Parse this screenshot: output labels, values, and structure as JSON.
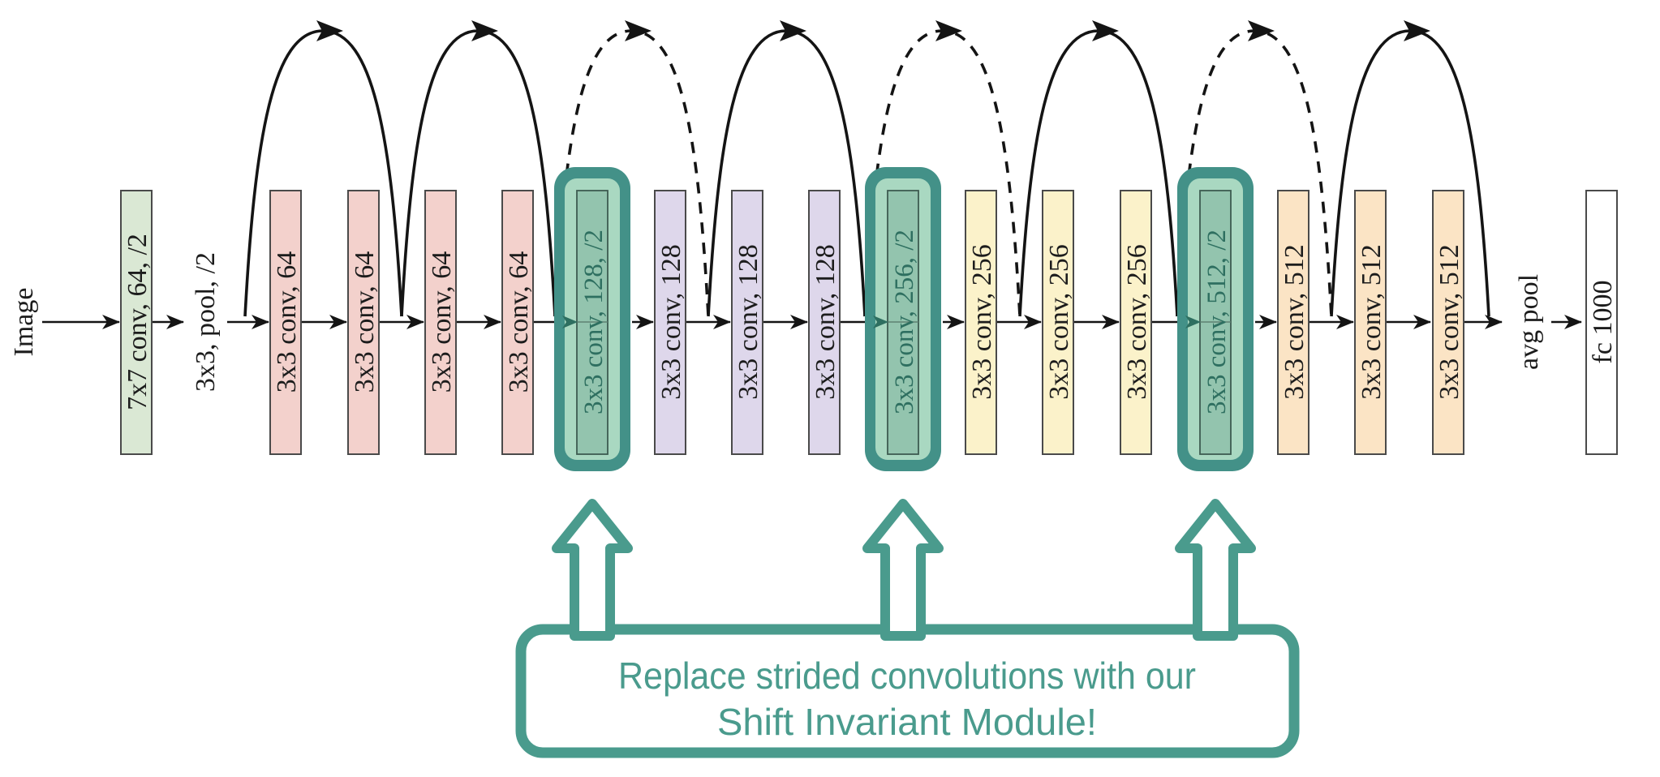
{
  "figure": {
    "description": "ResNet-style CNN architecture diagram with strided convolution layers highlighted",
    "input_label": "Image",
    "layers": [
      {
        "label": "7x7 conv, 64, /2",
        "kind": "conv",
        "highlighted": false
      },
      {
        "label": "3x3, pool, /2",
        "kind": "pool-text",
        "highlighted": false
      },
      {
        "label": "3x3 conv, 64",
        "kind": "conv",
        "highlighted": false
      },
      {
        "label": "3x3 conv, 64",
        "kind": "conv",
        "highlighted": false
      },
      {
        "label": "3x3 conv, 64",
        "kind": "conv",
        "highlighted": false
      },
      {
        "label": "3x3 conv, 64",
        "kind": "conv",
        "highlighted": false
      },
      {
        "label": "3x3 conv, 128, /2",
        "kind": "conv-strided",
        "highlighted": true
      },
      {
        "label": "3x3 conv, 128",
        "kind": "conv",
        "highlighted": false
      },
      {
        "label": "3x3 conv, 128",
        "kind": "conv",
        "highlighted": false
      },
      {
        "label": "3x3 conv, 128",
        "kind": "conv",
        "highlighted": false
      },
      {
        "label": "3x3 conv, 256, /2",
        "kind": "conv-strided",
        "highlighted": true
      },
      {
        "label": "3x3 conv, 256",
        "kind": "conv",
        "highlighted": false
      },
      {
        "label": "3x3 conv, 256",
        "kind": "conv",
        "highlighted": false
      },
      {
        "label": "3x3 conv, 256",
        "kind": "conv",
        "highlighted": false
      },
      {
        "label": "3x3 conv, 512, /2",
        "kind": "conv-strided",
        "highlighted": true
      },
      {
        "label": "3x3 conv, 512",
        "kind": "conv",
        "highlighted": false
      },
      {
        "label": "3x3 conv, 512",
        "kind": "conv",
        "highlighted": false
      },
      {
        "label": "3x3 conv, 512",
        "kind": "conv",
        "highlighted": false
      },
      {
        "label": "avg pool",
        "kind": "pool-text",
        "highlighted": false
      },
      {
        "label": "fc 1000",
        "kind": "fc",
        "highlighted": false
      }
    ],
    "skip_connections": [
      {
        "from": "after pool",
        "to": "after conv 64 #2",
        "style": "solid"
      },
      {
        "from": "after conv 64 #2",
        "to": "after conv 64 #4",
        "style": "solid"
      },
      {
        "from": "before conv 128 /2",
        "to": "after conv 128 #1",
        "style": "dashed"
      },
      {
        "from": "after conv 128 #1",
        "to": "after conv 128 #3",
        "style": "solid"
      },
      {
        "from": "before conv 256 /2",
        "to": "after conv 256 #1",
        "style": "dashed"
      },
      {
        "from": "after conv 256 #1",
        "to": "after conv 256 #3",
        "style": "solid"
      },
      {
        "from": "before conv 512 /2",
        "to": "after conv 512 #1",
        "style": "dashed"
      },
      {
        "from": "after conv 512 #1",
        "to": "after conv 512 #3",
        "style": "solid"
      }
    ]
  },
  "callout": {
    "line1": "Replace strided convolutions with our",
    "line2": "Shift Invariant Module!"
  },
  "colors": {
    "teal": "#4a9b8d",
    "teal_ring": "#439188",
    "teal_text": "#2e6f60",
    "mint": "#a9d8c1",
    "mint_conv_fill": "#93c4ae",
    "stem_green": "#dae8d4",
    "stage64_pink": "#f3d1cc",
    "stage128_purple": "#ded7eb",
    "stage256_yellow": "#fbf2ca",
    "stage512_orange": "#fbe4c5",
    "fc_white": "#ffffff",
    "line_black": "#141414"
  }
}
